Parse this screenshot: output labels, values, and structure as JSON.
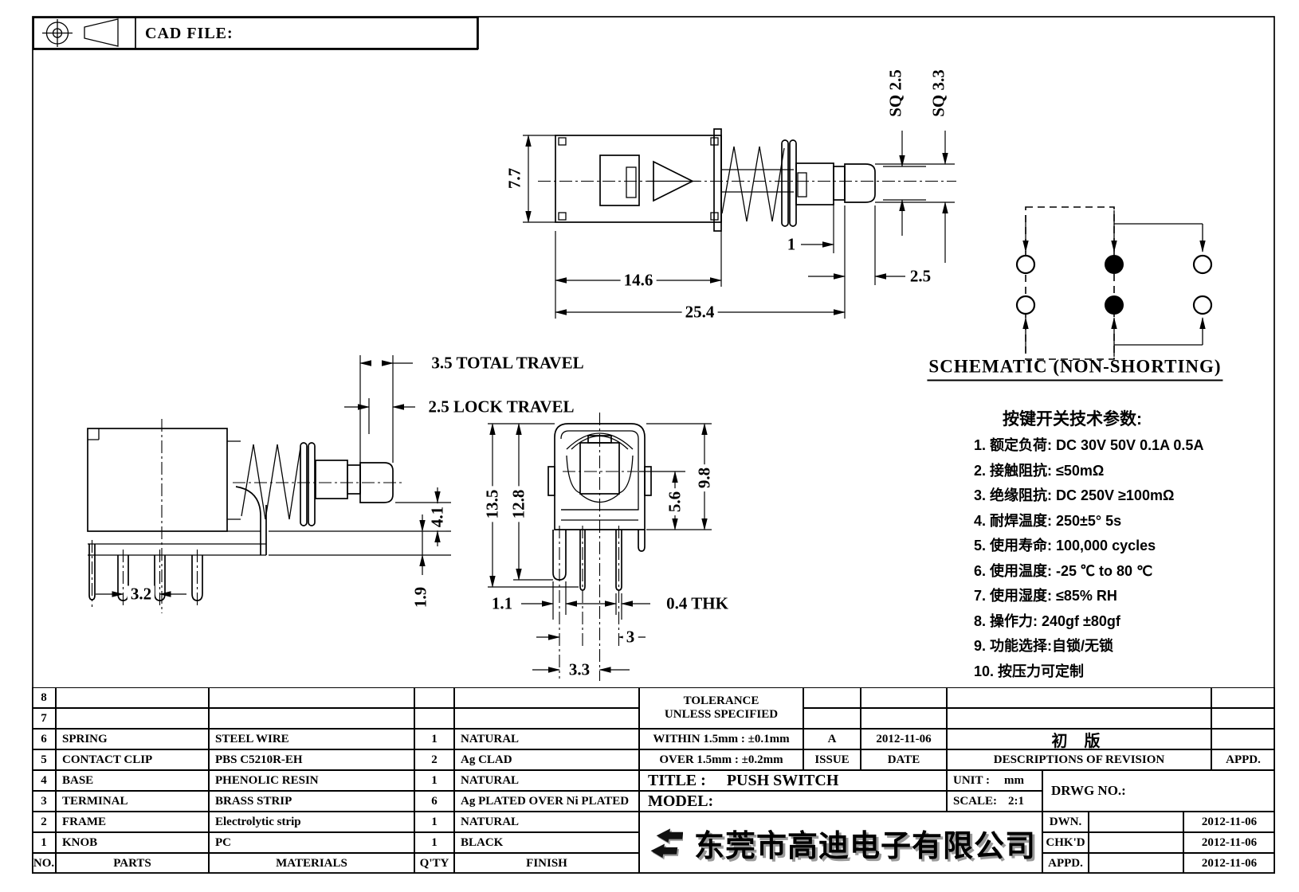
{
  "colors": {
    "ink": "#000000",
    "paper": "#ffffff"
  },
  "sheet": {
    "cad_file_label": "CAD FILE:"
  },
  "top_view": {
    "dim_height": "7.7",
    "dim_body": "14.6",
    "dim_total": "25.4",
    "dim_step": "1",
    "dim_knob": "2.5",
    "dim_sq_small": "SQ 2.5",
    "dim_sq_large": "SQ 3.3"
  },
  "side_view": {
    "dim_total_travel": "3.5 TOTAL TRAVEL",
    "dim_lock_travel": "2.5 LOCK TRAVEL",
    "dim_bend": "4.1",
    "dim_shoulder": "1.9",
    "dim_pin_pitch": "3.2"
  },
  "front_view": {
    "dim_overall": "13.5",
    "dim_to_leg": "12.8",
    "dim_body_height": "9.8",
    "dim_lower": "5.6",
    "dim_leg_width": "1.1",
    "dim_thickness": "0.4 THK",
    "dim_pin_pitch": "3",
    "dim_center": "3.3"
  },
  "schematic": {
    "caption": "SCHEMATIC (NON-SHORTING)"
  },
  "specs": {
    "title": "按键开关技术参数:",
    "items": [
      "1. 额定负荷: DC 30V 50V   0.1A  0.5A",
      "2. 接触阻抗: ≤50mΩ",
      "3. 绝缘阻抗: DC 250V ≥100mΩ",
      "4. 耐焊温度: 250±5°  5s",
      "5. 使用寿命: 100,000 cycles",
      "6. 使用温度: -25 ℃ to 80 ℃",
      "7. 使用湿度: ≤85% RH",
      "8. 操作力: 240gf ±80gf",
      "9. 功能选择:自锁/无锁",
      "10. 按压力可定制"
    ]
  },
  "parts_table": {
    "headers": {
      "no": "NO.",
      "parts": "PARTS",
      "materials": "MATERIALS",
      "qty": "Q'TY",
      "finish": "FINISH"
    },
    "rows": [
      {
        "no": "8",
        "part": "",
        "material": "",
        "qty": "",
        "finish": ""
      },
      {
        "no": "7",
        "part": "",
        "material": "",
        "qty": "",
        "finish": ""
      },
      {
        "no": "6",
        "part": "SPRING",
        "material": "STEEL WIRE",
        "qty": "1",
        "finish": "NATURAL"
      },
      {
        "no": "5",
        "part": "CONTACT CLIP",
        "material": "PBS C5210R-EH",
        "qty": "2",
        "finish": "Ag CLAD"
      },
      {
        "no": "4",
        "part": "BASE",
        "material": "PHENOLIC RESIN",
        "qty": "1",
        "finish": "NATURAL"
      },
      {
        "no": "3",
        "part": "TERMINAL",
        "material": "BRASS STRIP",
        "qty": "6",
        "finish": "Ag PLATED OVER Ni PLATED"
      },
      {
        "no": "2",
        "part": "FRAME",
        "material": "Electrolytic strip",
        "qty": "1",
        "finish": "NATURAL"
      },
      {
        "no": "1",
        "part": "KNOB",
        "material": "PC",
        "qty": "1",
        "finish": "BLACK"
      }
    ]
  },
  "tolerance_block": {
    "line1": "TOLERANCE",
    "line2": "UNLESS  SPECIFIED",
    "within": "WITHIN 1.5mm : ±0.1mm",
    "over": "OVER 1.5mm : ±0.2mm",
    "issue_value": "A",
    "issue_label": "ISSUE",
    "date_value": "2012-11-06",
    "date_label": "DATE",
    "revision_desc": "初 版",
    "revision_label": "DESCRIPTIONS OF REVISION",
    "appd_label": "APPD."
  },
  "title_block": {
    "title_label": "TITLE :",
    "title_value": "PUSH SWITCH",
    "model_label": "MODEL:",
    "unit_label": "UNIT :",
    "unit_value": "mm",
    "scale_label": "SCALE:",
    "scale_value": "2:1",
    "drwg_label": "DRWG NO.:",
    "company": "东莞市高迪电子有限公司",
    "sign_rows": [
      {
        "label": "DWN.",
        "value": "",
        "date": "2012-11-06"
      },
      {
        "label": "CHK'D",
        "value": "",
        "date": "2012-11-06"
      },
      {
        "label": "APPD.",
        "value": "",
        "date": "2012-11-06"
      }
    ]
  }
}
